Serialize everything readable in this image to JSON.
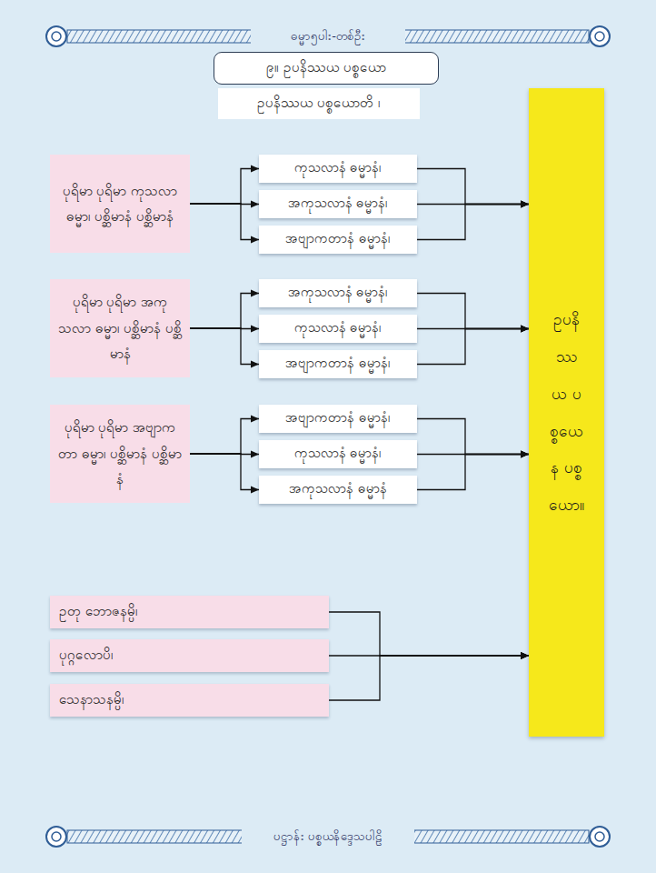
{
  "diagram": {
    "nodes": [
      {
        "text": [
          "ဓမ္မာ၅ပါး-တစ်ဦး"
        ]
      },
      {
        "text": [
          "၉။ ဥပနိဿယ ပစ္စယော"
        ]
      },
      {
        "text": [
          "ဥပနိဿယ ပစ္စယောတိ ၊"
        ]
      },
      {
        "text": [
          "ပုရိမာ ပုရိမာ ကုသလာ ဓမ္မာ၊ ပစ္ဆိမာနံ ပစ္ဆိမာနံ"
        ]
      },
      {
        "text": [
          "ကုသလာနံ ဓမ္မာနံ၊"
        ]
      },
      {
        "text": [
          "အကုသလာနံ ဓမ္မာနံ၊"
        ]
      },
      {
        "text": [
          "အဗျာကတာနံ ဓမ္မာနံ၊"
        ]
      },
      {
        "text": [
          "ပုရိမာ ပုရိမာ အကုသလာ ဓမ္မာ၊ ပစ္ဆိမာနံ ပစ္ဆိမာနံ"
        ]
      },
      {
        "text": [
          "အကုသလာနံ ဓမ္မာနံ၊"
        ]
      },
      {
        "text": [
          "ကုသလာနံ ဓမ္မာနံ၊"
        ]
      },
      {
        "text": [
          "အဗျာကတာနံ ဓမ္မာနံ၊"
        ]
      },
      {
        "text": [
          "ပုရိမာ ပုရိမာ အဗျာကတာ ဓမ္မာ၊ ပစ္ဆိမာနံ ပစ္ဆိမာနံ"
        ]
      },
      {
        "text": [
          "အဗျာကတာနံ ဓမ္မာနံ၊"
        ]
      },
      {
        "text": [
          "ကုသလာနံ ဓမ္မာနံ၊"
        ]
      },
      {
        "text": [
          "အကုသလာနံ ဓမ္မာနံ"
        ]
      },
      {
        "text": [
          "ဥပနိဿယ ပစ္စယေန ပစ္စယော။"
        ]
      },
      {
        "text": [
          "ဥတု ဘောဇနမ္ပိ၊"
        ]
      },
      {
        "text": [
          "ပုဂ္ဂလောပိ၊"
        ]
      },
      {
        "text": [
          "သေနာသနမ္ပိ၊"
        ]
      },
      {
        "text": [
          "ပဋ္ဌာန်း ပစ္စယနိဒ္ဒေသပါဠိ"
        ]
      }
    ],
    "edges": [
      {
        "from": 3,
        "to": 4,
        "arrow": "to"
      },
      {
        "from": 3,
        "to": 5,
        "arrow": "to"
      },
      {
        "from": 3,
        "to": 6,
        "arrow": "to"
      },
      {
        "from": 4,
        "to": 15,
        "arrow": "to"
      },
      {
        "from": 5,
        "to": 15,
        "arrow": "to"
      },
      {
        "from": 6,
        "to": 15,
        "arrow": "to"
      },
      {
        "from": 7,
        "to": 8,
        "arrow": "to"
      },
      {
        "from": 7,
        "to": 9,
        "arrow": "to"
      },
      {
        "from": 7,
        "to": 10,
        "arrow": "to"
      },
      {
        "from": 8,
        "to": 15,
        "arrow": "to"
      },
      {
        "from": 9,
        "to": 15,
        "arrow": "to"
      },
      {
        "from": 10,
        "to": 15,
        "arrow": "to"
      },
      {
        "from": 11,
        "to": 12,
        "arrow": "to"
      },
      {
        "from": 11,
        "to": 13,
        "arrow": "to"
      },
      {
        "from": 11,
        "to": 14,
        "arrow": "to"
      },
      {
        "from": 12,
        "to": 15,
        "arrow": "to"
      },
      {
        "from": 13,
        "to": 15,
        "arrow": "to"
      },
      {
        "from": 14,
        "to": 15,
        "arrow": "to"
      },
      {
        "from": 16,
        "to": 15,
        "arrow": "to"
      },
      {
        "from": 17,
        "to": 15,
        "arrow": "to"
      },
      {
        "from": 18,
        "to": 15,
        "arrow": "to"
      }
    ]
  }
}
